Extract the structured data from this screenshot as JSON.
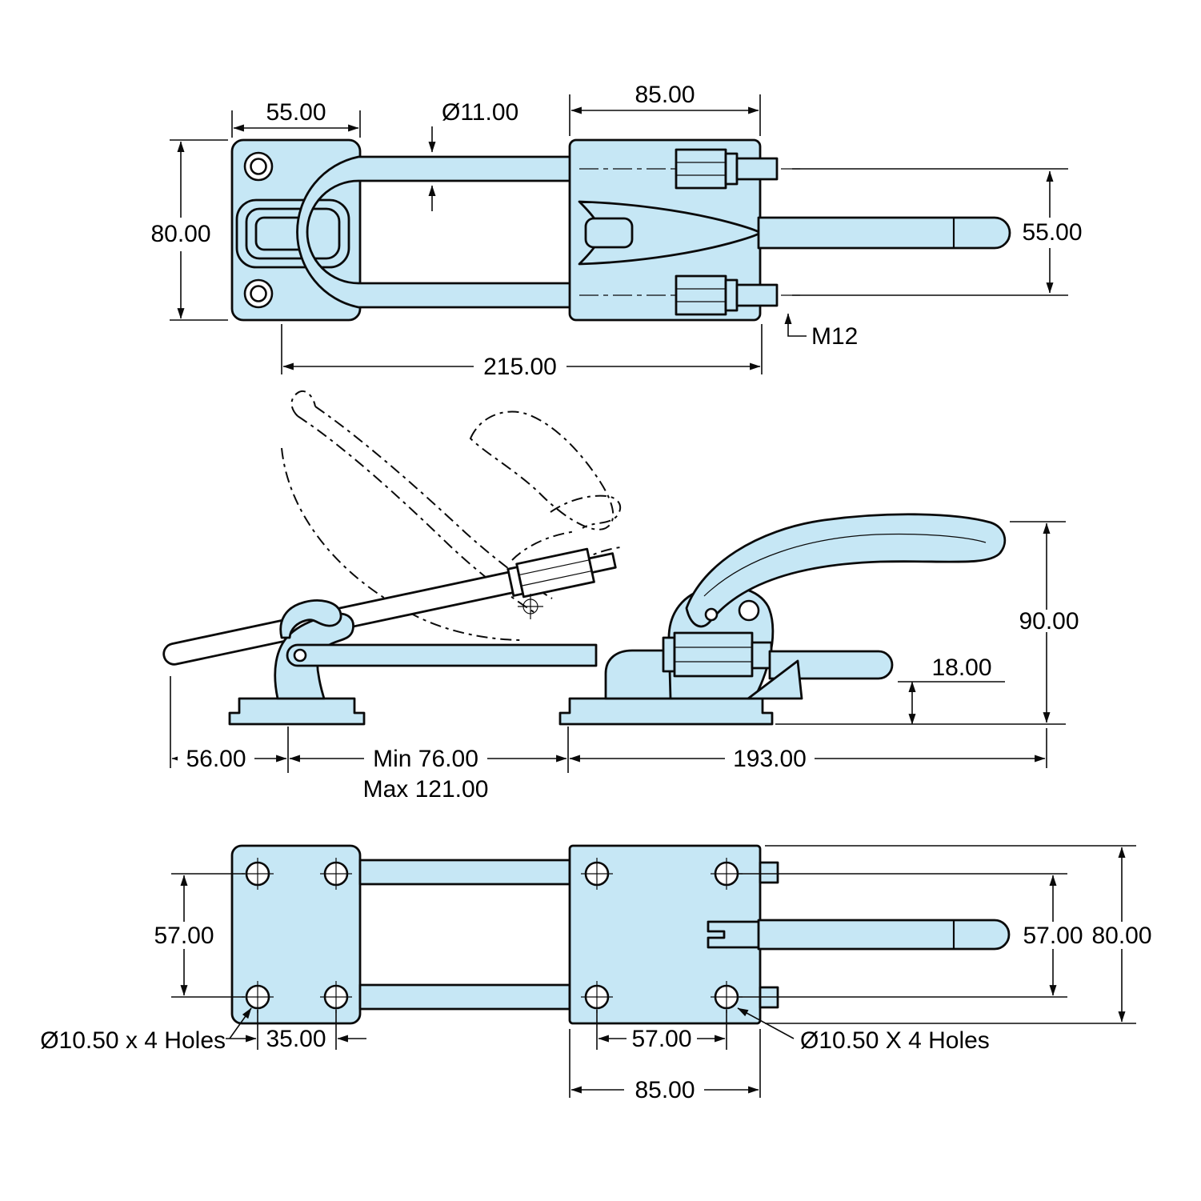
{
  "title": "Latch type toggle clamp dimension drawing",
  "colors": {
    "part_fill": "#c6e7f5",
    "line": "#0a0a0a",
    "background": "#ffffff"
  },
  "top_view": {
    "dim_plate_width": "55.00",
    "dim_rod_dia": "Ø11.00",
    "dim_right_plate_width": "85.00",
    "dim_plate_height": "80.00",
    "dim_rod_spacing": "55.00",
    "dim_thread": "M12",
    "dim_overall_length": "215.00"
  },
  "side_view": {
    "dim_height": "90.00",
    "dim_rod_height": "18.00",
    "dim_front_offset": "56.00",
    "dim_min_reach": "Min 76.00",
    "dim_max_reach": "Max 121.00",
    "dim_body_length": "193.00"
  },
  "bottom_view": {
    "dim_left_hole_spacing_v": "57.00",
    "dim_right_hole_spacing_v": "57.00",
    "dim_plate_height": "80.00",
    "dim_left_holes_note": "Ø10.50 x 4 Holes",
    "dim_left_hole_spacing_h": "35.00",
    "dim_right_hole_spacing_h": "57.00",
    "dim_right_holes_note": "Ø10.50 X 4 Holes",
    "dim_right_plate_width": "85.00"
  }
}
